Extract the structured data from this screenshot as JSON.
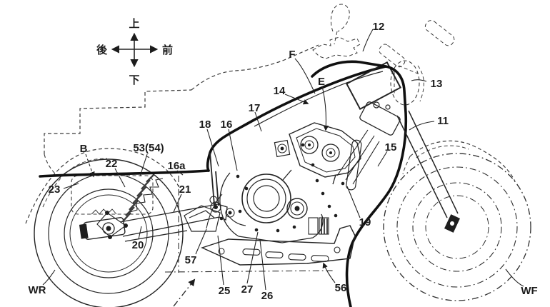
{
  "colors": {
    "background": "#ffffff",
    "ink": "#1f1f1f"
  },
  "compass": {
    "up": "上",
    "down": "下",
    "front": "前",
    "rear": "後"
  },
  "labels": {
    "n11": "11",
    "n12": "12",
    "n13": "13",
    "n14": "14",
    "n15": "15",
    "n16": "16",
    "n16a": "16a",
    "n17": "17",
    "n18": "18",
    "n19": "19",
    "n20": "20",
    "n21": "21",
    "n22": "22",
    "n23": "23",
    "n25": "25",
    "n26": "26",
    "n27": "27",
    "n53_54": "53(54)",
    "n56": "56",
    "n57": "57",
    "B": "B",
    "E": "E",
    "F": "F",
    "WR": "WR",
    "WF": "WF"
  }
}
